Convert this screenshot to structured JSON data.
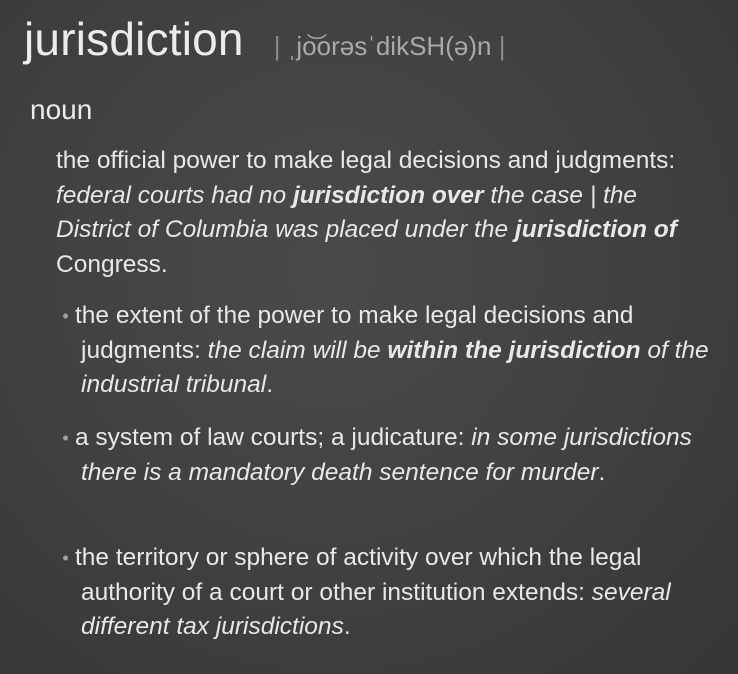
{
  "entry": {
    "headword": "jurisdiction",
    "pron_bar_left": "|",
    "pronunciation": "ˌjo͝orəsˈdikSH(ə)n",
    "pron_bar_right": "|",
    "part_of_speech": "noun"
  },
  "definition": {
    "text": "the official power to make legal decisions and judgments: ",
    "ex1_a": "federal courts had no ",
    "ex1_b": "jurisdiction over",
    "ex1_c": " the case | the District of Columbia was placed under the ",
    "ex1_d": "jurisdiction of",
    "ex1_e": " Congress",
    "end": "."
  },
  "senses": [
    {
      "bullet": "•",
      "text": "the extent of the power to make legal decisions and judgments: ",
      "ex_a": "the claim will be ",
      "ex_b": "within the jurisdiction",
      "ex_c": " of the industrial tribunal",
      "end": "."
    },
    {
      "bullet": "•",
      "text": "a system of law courts; a judicature: ",
      "ex_a": "in some jurisdictions there is a mandatory death sentence for murder",
      "end": "."
    },
    {
      "bullet": "•",
      "text": "the territory or sphere of activity over which the legal authority of a court or other institution extends: ",
      "ex_a": "several different tax jurisdictions",
      "end": "."
    }
  ]
}
